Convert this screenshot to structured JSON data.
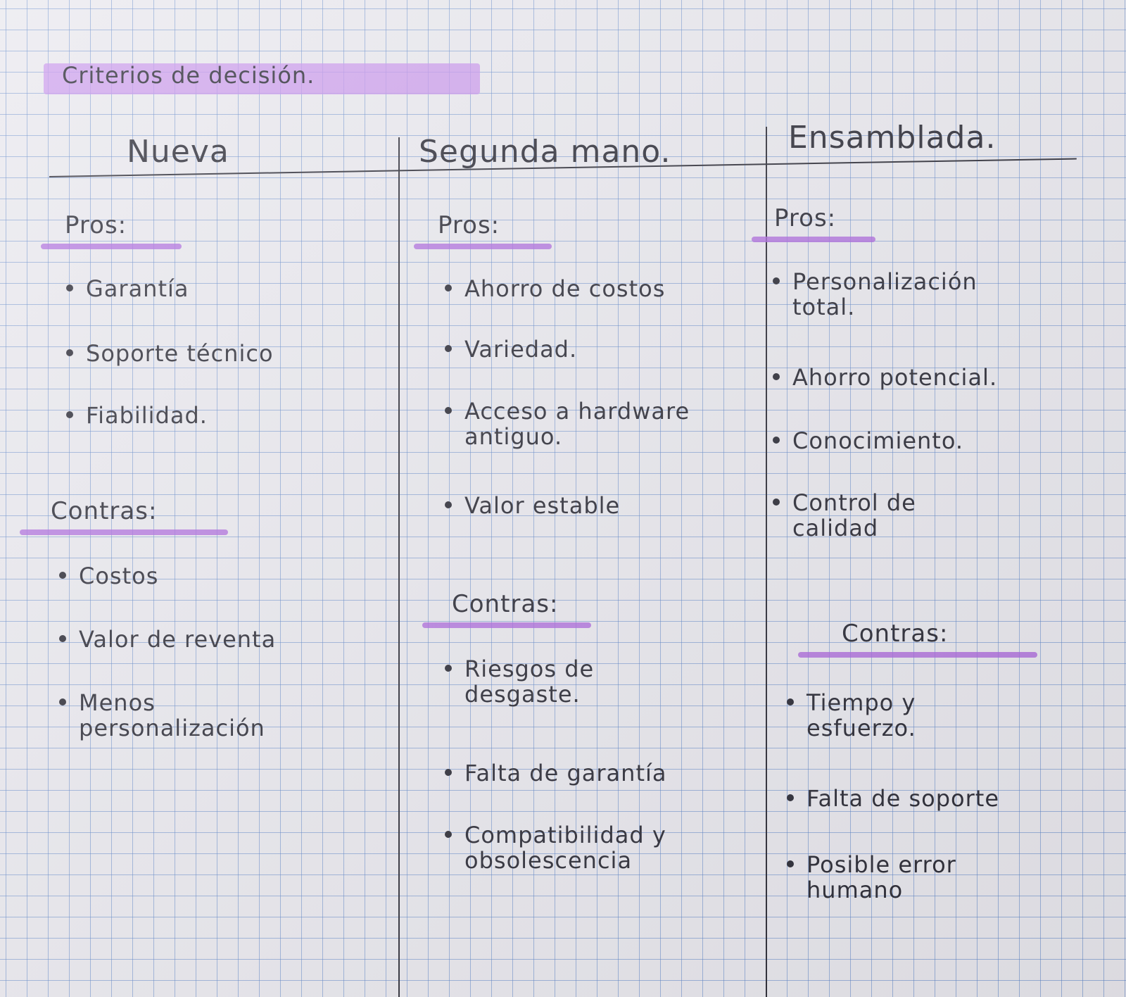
{
  "title": "Criterios de decisión.",
  "columns": [
    {
      "header": "Nueva",
      "pros_label": "Pros:",
      "pros": [
        "Garantía",
        "Soporte técnico",
        "Fiabilidad."
      ],
      "contras_label": "Contras:",
      "contras": [
        "Costos",
        "Valor de reventa",
        "Menos personalización"
      ]
    },
    {
      "header": "Segunda mano.",
      "pros_label": "Pros:",
      "pros": [
        "Ahorro de costos",
        "Variedad.",
        "Acceso a hardware antiguo.",
        "Valor estable"
      ],
      "contras_label": "Contras:",
      "contras": [
        "Riesgos de desgaste.",
        "Falta de garantía",
        "Compatibilidad y obsolescencia"
      ]
    },
    {
      "header": "Ensamblada.",
      "pros_label": "Pros:",
      "pros": [
        "Personalización total.",
        "Ahorro potencial.",
        "Conocimiento.",
        "Control de calidad"
      ],
      "contras_label": "Contras:",
      "contras": [
        "Tiempo y esfuerzo.",
        "Falta de soporte",
        "Posible error humano"
      ]
    }
  ],
  "colors": {
    "ink": "#2a2a35",
    "highlighter": "#b57ce0",
    "grid": "#5a82c8",
    "paper": "#e9e8ee"
  }
}
